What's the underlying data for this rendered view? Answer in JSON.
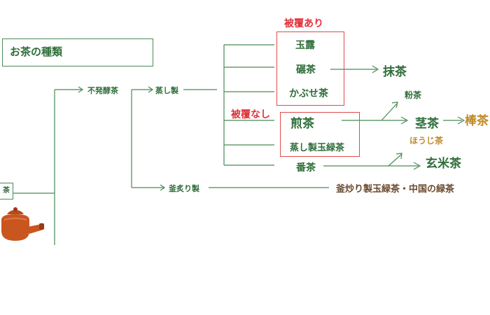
{
  "title": "お茶の種類",
  "root_label": "茶",
  "unfermented": "不発酵茶",
  "steamed": "蒸し製",
  "pan_fired": "釜炙り製",
  "covered_label": "被覆あり",
  "uncovered_label": "被覆なし",
  "gyokuro": "玉露",
  "tencha": "碾茶",
  "kabusecha": "かぶせ茶",
  "matcha": "抹茶",
  "funcha": "粉茶",
  "sencha": "煎茶",
  "kukicha": "茎茶",
  "boucha": "棒茶",
  "mushisei_tamaryokucha": "蒸し製玉緑茶",
  "houjicha": "ほうじ茶",
  "bancha": "番茶",
  "genmaicha": "玄米茶",
  "kamairi": "釜炒り製玉緑茶・中国の緑茶",
  "colors": {
    "green": "#2f6e3a",
    "red": "#e0323a",
    "gold": "#c08a2a",
    "brown": "#6a4a2e",
    "line": "#4a8a55"
  }
}
